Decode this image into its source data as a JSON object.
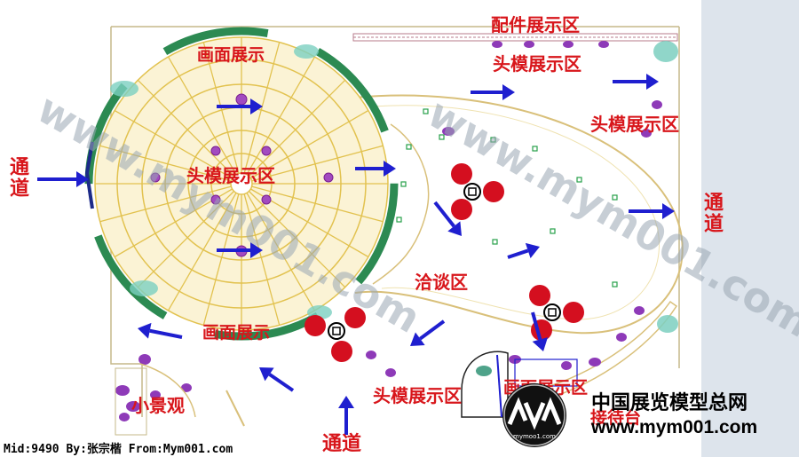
{
  "zones": {
    "accessory_display": "配件展示区",
    "head_model_top": "头模展示区",
    "head_model_right": "头模展示区",
    "head_model_circle": "头模展示区",
    "head_model_bottom": "头模展示区",
    "painting_top": "画面展示",
    "painting_bottom": "画面展示",
    "negotiation": "洽谈区",
    "small_scenery": "小景观",
    "reception": "接待台",
    "overlap_partial": "画面展示区"
  },
  "passages": {
    "left": "通道",
    "right": "通道",
    "bottom": "通道"
  },
  "watermark": {
    "main": "www.mym001.com"
  },
  "footer": {
    "credit": "Mid:9490 By:张宗楷 From:Mym001.com"
  },
  "brand": {
    "logo_text": "mymoo1.com",
    "name": "中国展览模型总网",
    "url": "www.mym001.com"
  },
  "colors": {
    "label": "#d8161b",
    "arrow": "#1f1fcf",
    "structure": "#e2c24f",
    "green_ring": "#2c8a52",
    "red_seat": "#d40f1f",
    "purple_model": "#8e3ab8"
  }
}
